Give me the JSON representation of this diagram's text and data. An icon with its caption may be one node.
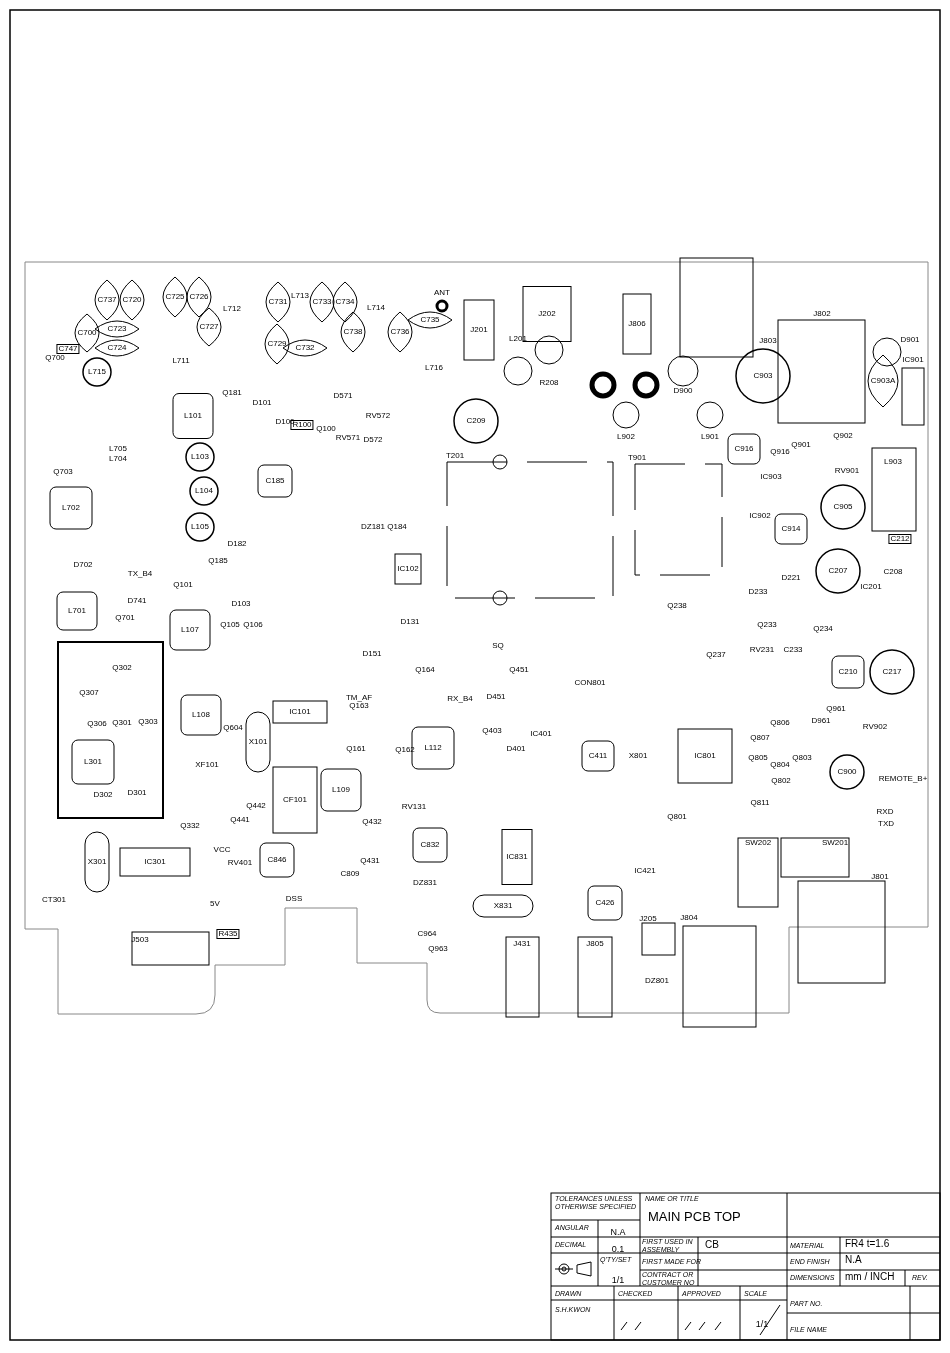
{
  "diagram": {
    "labels": [
      "C737",
      "C720",
      "C725",
      "C726",
      "L712",
      "C731",
      "L713",
      "C733",
      "C734",
      "L714",
      "ANT",
      "J201",
      "J202",
      "J806",
      "J803",
      "J802",
      "C700",
      "C723",
      "C724",
      "C727",
      "C729",
      "C732",
      "C738",
      "C735",
      "C736",
      "L711",
      "L716",
      "L201",
      "D901",
      "IC901",
      "C747",
      "Q700",
      "L715",
      "R208",
      "D900",
      "C903",
      "C903A",
      "L101",
      "Q181",
      "D101",
      "D100",
      "R100",
      "Q100",
      "D571",
      "RV572",
      "RV571",
      "D572",
      "C209",
      "L902",
      "L901",
      "C916",
      "Q901",
      "Q902",
      "L903",
      "Q703",
      "L705",
      "L704",
      "L103",
      "C185",
      "T201",
      "T901",
      "IC903",
      "Q916",
      "RV901",
      "L104",
      "L702",
      "C905",
      "IC902",
      "C914",
      "L105",
      "D182",
      "DZ181",
      "Q184",
      "IC102",
      "C212",
      "Q185",
      "D702",
      "TX_B4",
      "C207",
      "C208",
      "D221",
      "Q101",
      "IC201",
      "D233",
      "L701",
      "D741",
      "D103",
      "Q238",
      "Q701",
      "L107",
      "Q105",
      "Q106",
      "D131",
      "Q233",
      "Q234",
      "SQ",
      "Q237",
      "RV231",
      "C233",
      "D151",
      "Q164",
      "Q451",
      "C210",
      "C217",
      "Q302",
      "CON801",
      "Q307",
      "TM_AF",
      "RX_B4",
      "D451",
      "Q163",
      "IC101",
      "L108",
      "Q806",
      "Q961",
      "D961",
      "RV902",
      "Q306",
      "Q301",
      "Q303",
      "Q604",
      "Q403",
      "IC401",
      "X101",
      "Q807",
      "Q161",
      "Q162",
      "L112",
      "D401",
      "C411",
      "X801",
      "IC801",
      "Q805",
      "Q804",
      "Q803",
      "L301",
      "XF101",
      "C900",
      "Q802",
      "REMOTE_B+",
      "L109",
      "D302",
      "D301",
      "CF101",
      "Q442",
      "Q811",
      "RV131",
      "RXD",
      "Q801",
      "Q441",
      "Q432",
      "Q332",
      "TXD",
      "SW202",
      "SW201",
      "C832",
      "VCC",
      "X301",
      "IC301",
      "RV401",
      "C846",
      "Q431",
      "IC831",
      "IC421",
      "C809",
      "J801",
      "DZ831",
      "CT301",
      "5V",
      "DSS",
      "C426",
      "X831",
      "J205",
      "J804",
      "R435",
      "J503",
      "C964",
      "Q963",
      "J431",
      "J805",
      "DZ801",
      "TOLERANCES UNLESS OTHERWISE SPECIFIED",
      "NAME OR TITLE",
      "MAIN PCB TOP",
      "ANGULAR",
      "N.A",
      "DECIMAL",
      "0.1",
      "FIRST USED IN ASSEMBLY",
      "CB",
      "MATERIAL",
      "FR4 t=1.6",
      "Q'TY/SET",
      "FIRST MADE FOR",
      "END FINISH",
      "N.A",
      "1/1",
      "CONTRACT OR CUSTOMER NO",
      "DIMENSIONS",
      "mm / INCH",
      "REV.",
      "DRAWN",
      "CHECKED",
      "APPROVED",
      "SCALE",
      "PART NO.",
      "S.H.KWON",
      "1/1",
      "FILE NAME"
    ]
  }
}
